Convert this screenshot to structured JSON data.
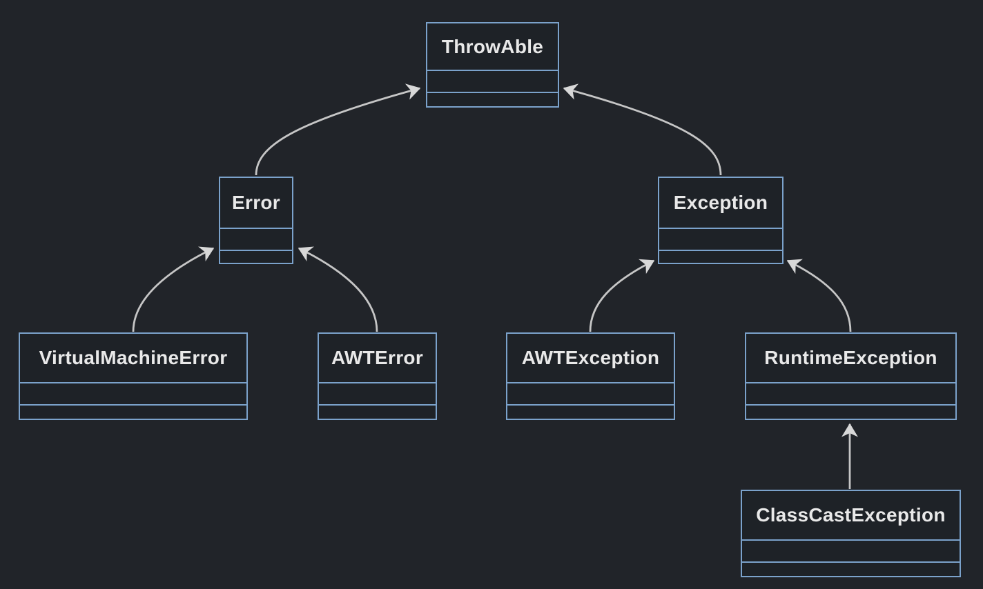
{
  "diagram": {
    "kind": "uml-class-inheritance-diagram",
    "theme": {
      "background": "#212429",
      "box_fill": "#1e2227",
      "box_border": "#7ba2cb",
      "edge_color": "#c6c6c6",
      "arrowhead_color": "#d8d8d8",
      "text_color": "#e9e9e9"
    },
    "classes": [
      {
        "name": "ThrowAble",
        "attributes": [],
        "methods": []
      },
      {
        "name": "Error",
        "attributes": [],
        "methods": []
      },
      {
        "name": "Exception",
        "attributes": [],
        "methods": []
      },
      {
        "name": "VirtualMachineError",
        "attributes": [],
        "methods": []
      },
      {
        "name": "AWTError",
        "attributes": [],
        "methods": []
      },
      {
        "name": "AWTException",
        "attributes": [],
        "methods": []
      },
      {
        "name": "RuntimeException",
        "attributes": [],
        "methods": []
      },
      {
        "name": "ClassCastException",
        "attributes": [],
        "methods": []
      }
    ],
    "relationships": [
      {
        "from": "Error",
        "to": "ThrowAble",
        "type": "inheritance"
      },
      {
        "from": "Exception",
        "to": "ThrowAble",
        "type": "inheritance"
      },
      {
        "from": "VirtualMachineError",
        "to": "Error",
        "type": "inheritance"
      },
      {
        "from": "AWTError",
        "to": "Error",
        "type": "inheritance"
      },
      {
        "from": "AWTException",
        "to": "Exception",
        "type": "inheritance"
      },
      {
        "from": "RuntimeException",
        "to": "Exception",
        "type": "inheritance"
      },
      {
        "from": "ClassCastException",
        "to": "RuntimeException",
        "type": "inheritance"
      }
    ]
  }
}
